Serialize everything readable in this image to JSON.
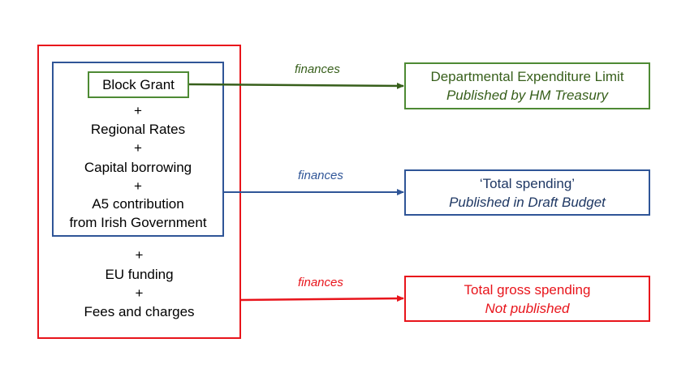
{
  "sources": {
    "block_grant": "Block Grant",
    "plus": "+",
    "regional_rates": "Regional Rates",
    "capital_borrowing": "Capital borrowing",
    "a5_line1": "A5 contribution",
    "a5_line2": "from Irish Government",
    "eu_funding": "EU funding",
    "fees_charges": "Fees and charges"
  },
  "arrows": {
    "green_label": "finances",
    "blue_label": "finances",
    "red_label": "finances"
  },
  "targets": {
    "del_title": "Departmental Expenditure Limit",
    "del_sub": "Published by HM Treasury",
    "total_title": "‘Total spending’",
    "total_sub": "Published in Draft Budget",
    "gross_title": "Total gross spending",
    "gross_sub": "Not published"
  },
  "colors": {
    "green": "#4e8a34",
    "blue": "#2f5597",
    "red": "#e8141b"
  }
}
